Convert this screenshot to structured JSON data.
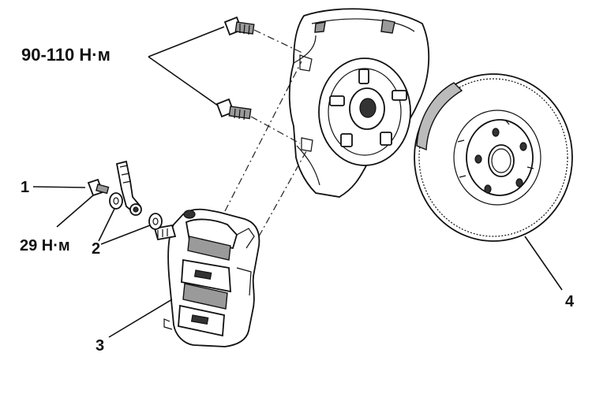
{
  "labels": {
    "torque_knuckle": "90-110 Н·м",
    "torque_bolt": "29 Н·м",
    "callout_1": "1",
    "callout_2": "2",
    "callout_3": "3",
    "callout_4": "4"
  },
  "colors": {
    "ink": "#111111",
    "background": "#ffffff",
    "shading": "#9a9a9a"
  },
  "parts": {
    "part_1": "bolt",
    "part_2": "washers",
    "part_3": "brake-caliper",
    "part_4": "brake-disc"
  }
}
